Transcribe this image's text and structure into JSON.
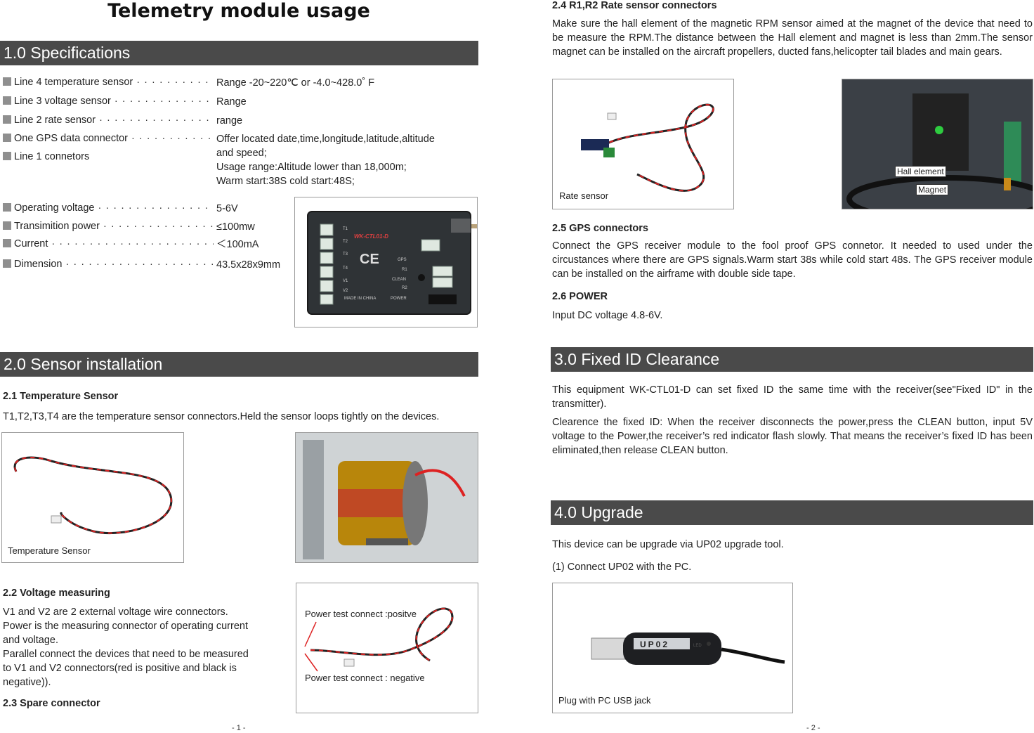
{
  "page1": {
    "title": "Telemetry module usage",
    "sec1": "1.0 Specifications",
    "specs": [
      {
        "label": "Line 4 temperature sensor",
        "value": "Range -20~220℃ or -4.0~428.0˚ F"
      },
      {
        "label": "Line 3 voltage sensor",
        "value": "Range"
      },
      {
        "label": "Line 2 rate sensor",
        "value": "range"
      },
      {
        "label": "One GPS data connector",
        "value": "Offer located date,time,longitude,latitude,altitude\nand speed;\nUsage range:Altitude lower than 18,000m;\n Warm start:38S cold start:48S;"
      },
      {
        "label": "Line 1 connetors"
      },
      {
        "label": "Operating voltage",
        "value": "5-6V"
      },
      {
        "label": "Transimition power",
        "value": "≤100mw"
      },
      {
        "label": "Current",
        "value": "＜100mA"
      },
      {
        "label": "Dimension",
        "value": "43.5x28x9mm"
      }
    ],
    "device": {
      "left_labels": [
        "T1",
        "T2",
        "T3",
        "T4",
        "V1",
        "V2"
      ],
      "logo": "WK-CTL01-D",
      "ce": "CE",
      "right_labels": [
        "GPS",
        "R1",
        "CLEAN",
        "R2",
        "POWER"
      ],
      "made": "MADE IN CHINA"
    },
    "sec2": "2.0 Sensor installation",
    "h21": "2.1 Temperature Sensor",
    "p21": "T1,T2,T3,T4 are the temperature sensor connectors.Held the sensor loops tightly on the devices.",
    "cap_temp": "Temperature Sensor",
    "h22": "2.2 Voltage measuring",
    "p22": "V1 and V2 are 2 external voltage wire connectors.\nPower is the measuring connector of operating current\nand voltage.\nParallel connect the devices that need to be measured\nto V1 and V2 connectors(red is positive and black is\nnegative)).",
    "cap_pos": "Power test connect :positve",
    "cap_neg": "Power test connect : negative",
    "h23": "2.3 Spare connector",
    "pagenum": "- 1 -"
  },
  "page2": {
    "h24": "2.4 R1,R2 Rate sensor connectors",
    "p24": "Make sure the hall element of the magnetic RPM sensor aimed at the magnet of the device that need to be measure the RPM.The distance between the Hall element and magnet is less than 2mm.The sensor magnet can be installed on the aircraft propellers, ducted fans,helicopter tail blades and main gears.",
    "cap_rate": "Rate sensor",
    "lbl_hall": "Hall element",
    "lbl_magnet": "Magnet",
    "h25": "2.5 GPS connectors",
    "p25": "Connect the GPS receiver module to the fool proof GPS connetor. It needed to used under the circustances where there are GPS signals.Warm start 38s while cold start 48s. The GPS receiver module can be installed on the airframe with double side tape.",
    "h26": "2.6 POWER",
    "p26": "Input DC voltage 4.8-6V.",
    "sec3": "3.0 Fixed ID Clearance",
    "p3a": "This equipment WK-CTL01-D can set fixed ID the same time with the receiver(see\"Fixed ID\" in the transmitter).",
    "p3b": "Clearence the fixed ID: When the receiver disconnects the power,press the CLEAN button, input 5V voltage to the Power,the receiver’s red indicator flash slowly. That means the receiver’s fixed ID has been eliminated,then release CLEAN button.",
    "sec4": "4.0 Upgrade",
    "p4a": "This device can be upgrade via UP02 upgrade tool.",
    "p4b": "(1) Connect UP02 with the PC.",
    "usb_text": "UP02",
    "usb_led": "LED",
    "cap_usb": "Plug with PC USB jack",
    "pagenum": "- 2 -"
  }
}
